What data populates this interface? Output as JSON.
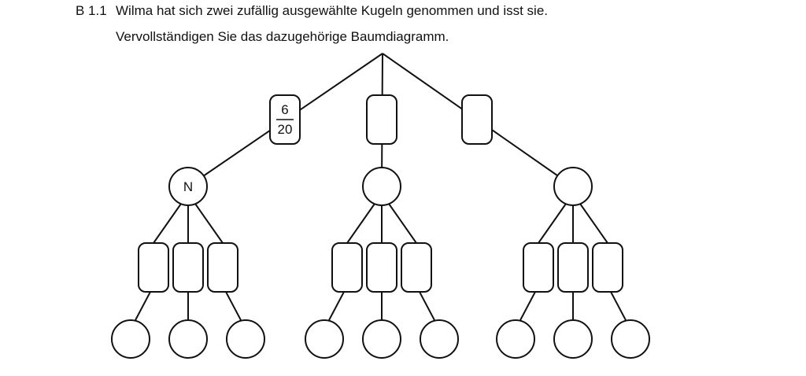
{
  "task": {
    "label": "B 1.1",
    "line1": "Wilma hat sich zwei zufällig ausgewählte Kugeln genommen und isst sie.",
    "line2": "Vervollständigen Sie das dazugehörige Baumdiagramm."
  },
  "tree": {
    "level1": [
      {
        "prob_num": "6",
        "prob_den": "20",
        "outcome": "N"
      },
      {
        "prob_num": "",
        "prob_den": "",
        "outcome": ""
      },
      {
        "prob_num": "",
        "prob_den": "",
        "outcome": ""
      }
    ],
    "level2": [
      [
        {
          "prob": "",
          "outcome": ""
        },
        {
          "prob": "",
          "outcome": ""
        },
        {
          "prob": "",
          "outcome": ""
        }
      ],
      [
        {
          "prob": "",
          "outcome": ""
        },
        {
          "prob": "",
          "outcome": ""
        },
        {
          "prob": "",
          "outcome": ""
        }
      ],
      [
        {
          "prob": "",
          "outcome": ""
        },
        {
          "prob": "",
          "outcome": ""
        },
        {
          "prob": "",
          "outcome": ""
        }
      ]
    ]
  }
}
